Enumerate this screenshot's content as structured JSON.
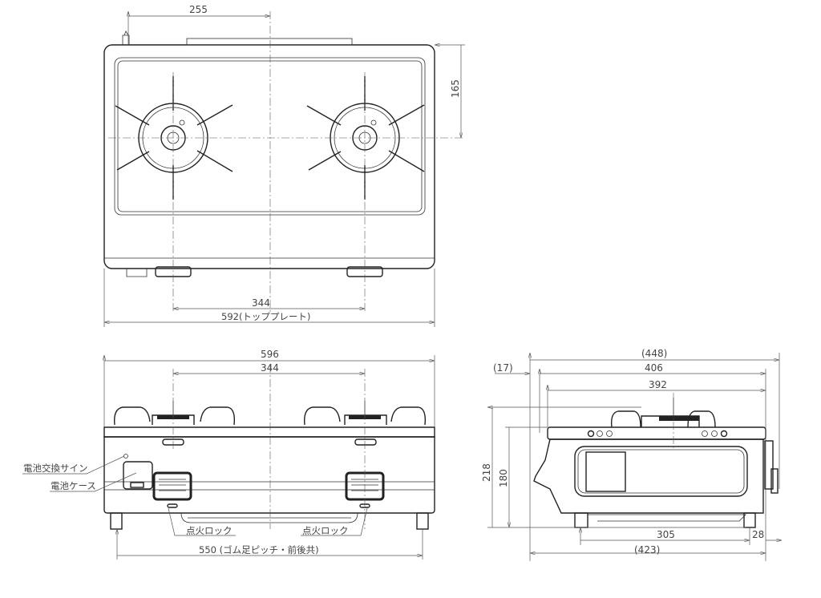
{
  "top_view": {
    "dims": {
      "burner_offset": "255",
      "depth_to_center": "165",
      "burner_pitch": "344",
      "top_plate_width": "592(トッププレート)"
    }
  },
  "front_view": {
    "dims": {
      "overall_width": "596",
      "burner_pitch": "344",
      "foot_pitch": "550 (ゴム足ピッチ・前後共)"
    },
    "labels": {
      "battery_sign": "電池交換サイン",
      "battery_case": "電池ケース",
      "ignition_lock_left": "点火ロック",
      "ignition_lock_right": "点火ロック"
    }
  },
  "side_view": {
    "dims": {
      "overall_depth": "(448)",
      "rear_offset": "(17)",
      "body_depth": "406",
      "plate_depth": "392",
      "overall_height": "218",
      "plate_height": "180",
      "foot_pitch": "305",
      "foot_offset": "28",
      "base_depth": "(423)"
    }
  }
}
